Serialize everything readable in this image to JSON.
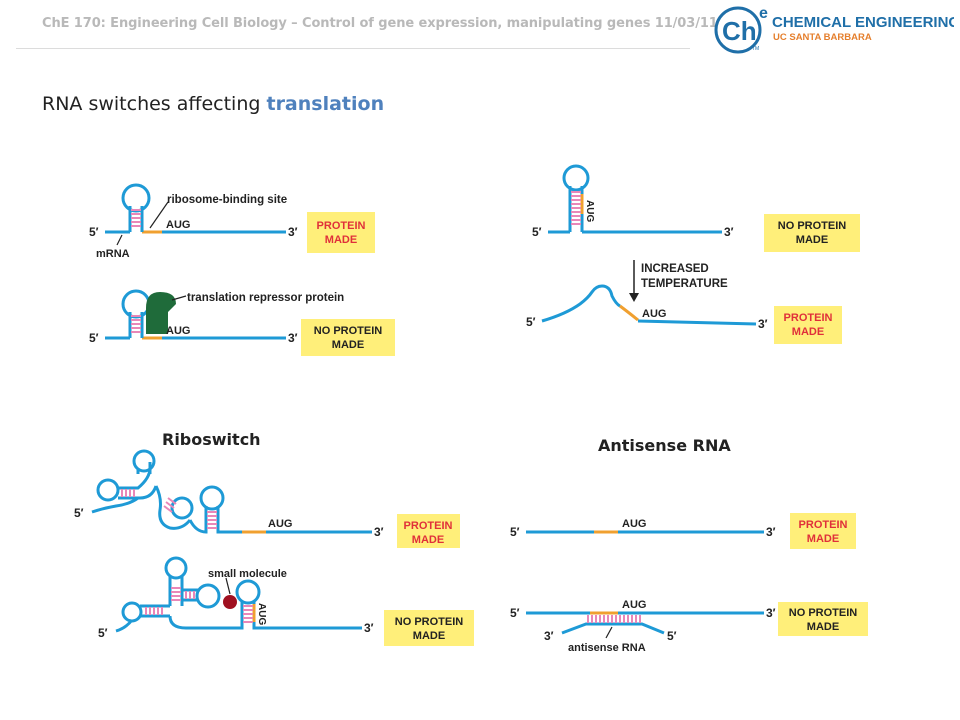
{
  "header": {
    "course_line": "ChE 170: Engineering Cell Biology – Control of gene expression, manipulating genes 11/03/11"
  },
  "logo": {
    "mark": "Ch",
    "superscript": "e",
    "line1": "CHEMICAL ENGINEERING",
    "line2": "UC SANTA BARBARA",
    "tm": "TM",
    "mark_color": "#1f6fa8",
    "accent_color": "#e57f2d"
  },
  "title": {
    "prefix": "RNA switches affecting ",
    "accent": "translation"
  },
  "labels": {
    "five_prime": "5′",
    "three_prime": "3′",
    "aug": "AUG",
    "aug_vertical": "AUG",
    "mrna": "mRNA",
    "ribosome_binding_site": "ribosome-binding site",
    "translation_repressor": "translation repressor protein",
    "increased_temp_1": "INCREASED",
    "increased_temp_2": "TEMPERATURE",
    "small_molecule": "small molecule",
    "antisense_rna": "antisense RNA",
    "protein_made_1": "PROTEIN",
    "protein_made_2": "MADE",
    "no_protein_1": "NO PROTEIN",
    "no_protein_2": "MADE"
  },
  "sections": {
    "riboswitch": "Riboswitch",
    "antisense": "Antisense RNA"
  },
  "colors": {
    "rna": "#1e9ad6",
    "aug": "#f0a030",
    "pairing": "#e887b8",
    "label_box": "#ffef7a",
    "label_text": "#e0303a",
    "repressor": "#1f6b3a",
    "small_molecule": "#a01020"
  }
}
